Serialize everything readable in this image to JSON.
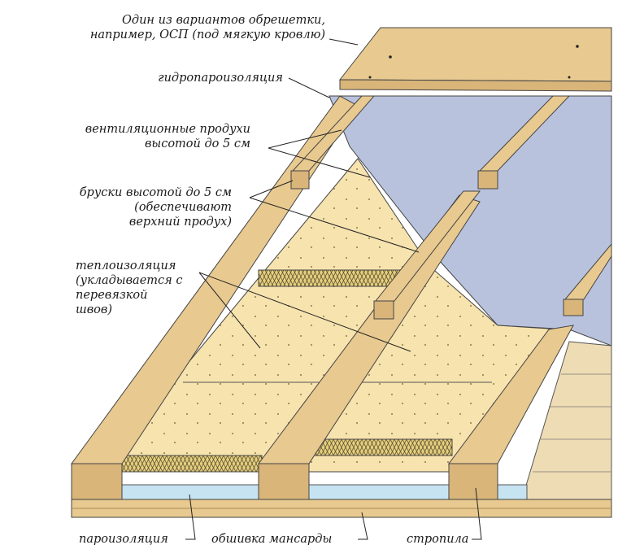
{
  "labels": {
    "sheathing": [
      "Один из вариантов обрешетки,",
      "например, ОСП (под мягкую кровлю)"
    ],
    "membrane": "гидропароизоляция",
    "vent_gaps": [
      "вентиляционные продухи",
      "высотой до 5 см"
    ],
    "battens": [
      "бруски высотой до 5 см",
      "(обеспечивают",
      "верхний продух)"
    ],
    "insulation": [
      "теплоизоляция",
      "(укладывается с",
      "перевязкой",
      "швов)"
    ],
    "vapor_barrier": "пароизоляция",
    "lining": "обшивка мансарды",
    "rafters": "стропила"
  },
  "colors": {
    "wood": "#e8c98f",
    "wood_dark": "#c9a467",
    "insulation": "#f7e3ae",
    "membrane": "#b9c2dd",
    "vapor": "#c6e3f2",
    "mesh": "#d8c57a"
  }
}
